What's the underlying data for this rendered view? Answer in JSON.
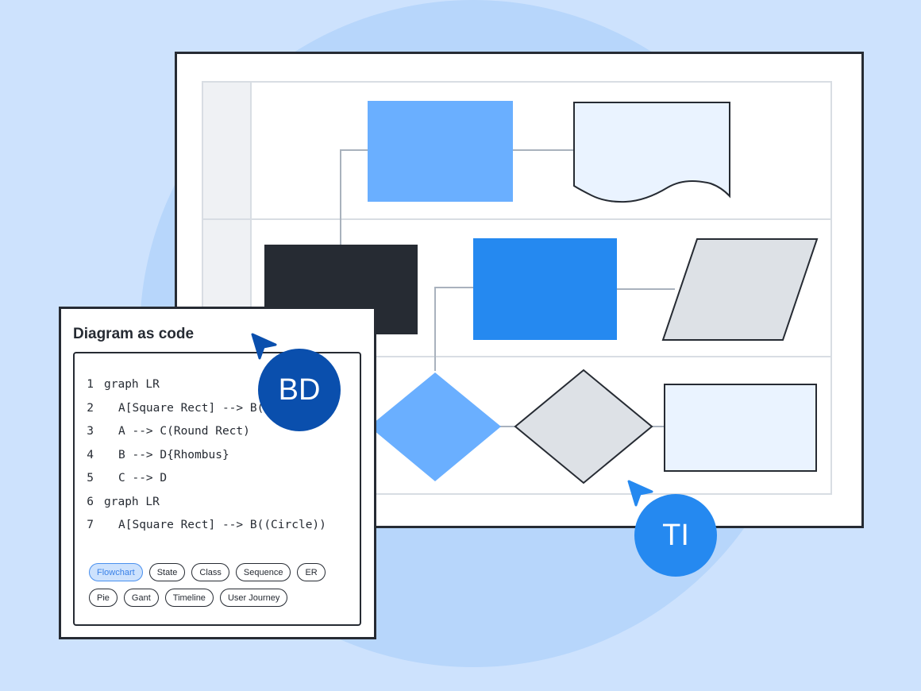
{
  "panel": {
    "title": "Diagram as code",
    "code_lines": [
      {
        "num": "1",
        "text": "graph LR",
        "indent": false
      },
      {
        "num": "2",
        "text": "A[Square Rect] --> B((Circle))",
        "indent": true
      },
      {
        "num": "3",
        "text": "A --> C(Round Rect)",
        "indent": true
      },
      {
        "num": "4",
        "text": "B --> D{Rhombus}",
        "indent": true
      },
      {
        "num": "5",
        "text": "C --> D",
        "indent": true
      },
      {
        "num": "6",
        "text": "graph LR",
        "indent": false
      },
      {
        "num": "7",
        "text": "A[Square Rect] --> B((Circle))",
        "indent": true
      }
    ],
    "diagram_types": [
      "Flowchart",
      "State",
      "Class",
      "Sequence",
      "ER",
      "Pie",
      "Gant",
      "Timeline",
      "User Journey"
    ],
    "selected_type": "Flowchart"
  },
  "collaborators": [
    {
      "initials": "BD",
      "color": "#0a4fad",
      "icon": "cursor-arrow-icon"
    },
    {
      "initials": "TI",
      "color": "#2589f0",
      "icon": "cursor-arrow-icon"
    }
  ],
  "colors": {
    "background": "#cde2fd",
    "circle": "#b7d6fb",
    "outline": "#262b33",
    "light_blue": "#6aafff",
    "bright_blue": "#2589f0",
    "pale_blue": "#eaf3ff",
    "gray_shape": "#dde1e6",
    "connector": "#a9b2bd",
    "active_chip": "#cde2fd"
  }
}
